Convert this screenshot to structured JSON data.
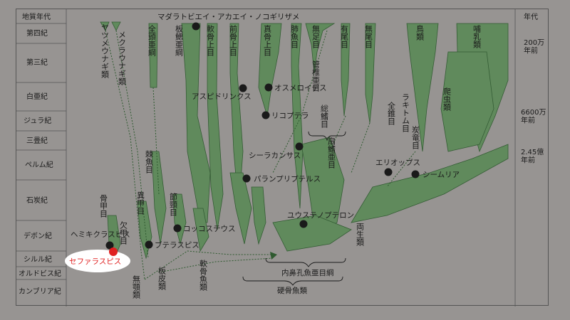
{
  "header": {
    "left": "地質年代",
    "right": "年代"
  },
  "periods": [
    "第四紀",
    "第三紀",
    "白亜紀",
    "ジュラ紀",
    "三畳紀",
    "ペルム紀",
    "石炭紀",
    "デボン紀",
    "シルル紀",
    "オルドビス紀",
    "カンブリア紀"
  ],
  "ages": [
    "200万\n年前",
    "6600万\n年前",
    "2.45億\n年前"
  ],
  "vertical_labels": [
    "ヤツメウナギ類",
    "メクラウナギ類",
    "全頭亜綱",
    "板鰓亜綱",
    "軟骨上目",
    "前骨上目",
    "真骨上目",
    "肺魚目",
    "無足目",
    "有尾目",
    "無尾目",
    "鳥類",
    "哺乳類",
    "爬虫類",
    "管椎亜目",
    "総鰭目",
    "扇鰭亜目",
    "全錐目",
    "ラキトム目",
    "炭竜目",
    "棘魚目",
    "異甲目",
    "骨甲目",
    "欠甲目",
    "節頸目",
    "無顎類",
    "板皮類",
    "軟骨魚類",
    "両生類"
  ],
  "fossils": [
    "マダラトビエイ・アカエイ・ノコギリザメ",
    "アスピドリンクス",
    "オスメロイデス",
    "リコプテラ",
    "シーラカンサス",
    "パランプリプテルス",
    "エリオップス",
    "シームリア",
    "ユウステノプテロン",
    "コッコステウス",
    "ブテラスピス",
    "ヘミキクラスピス"
  ],
  "highlight": {
    "label": "セファラスピス",
    "color": "#e02020"
  },
  "group_labels": {
    "sarcopterygii": "内鼻孔魚亜目綱",
    "osteichthyes": "硬骨魚類"
  },
  "colors": {
    "background": "#979492",
    "branch_fill": "#5e8a5a",
    "branch_stroke": "#2f5a30",
    "accent": "#e02020"
  }
}
